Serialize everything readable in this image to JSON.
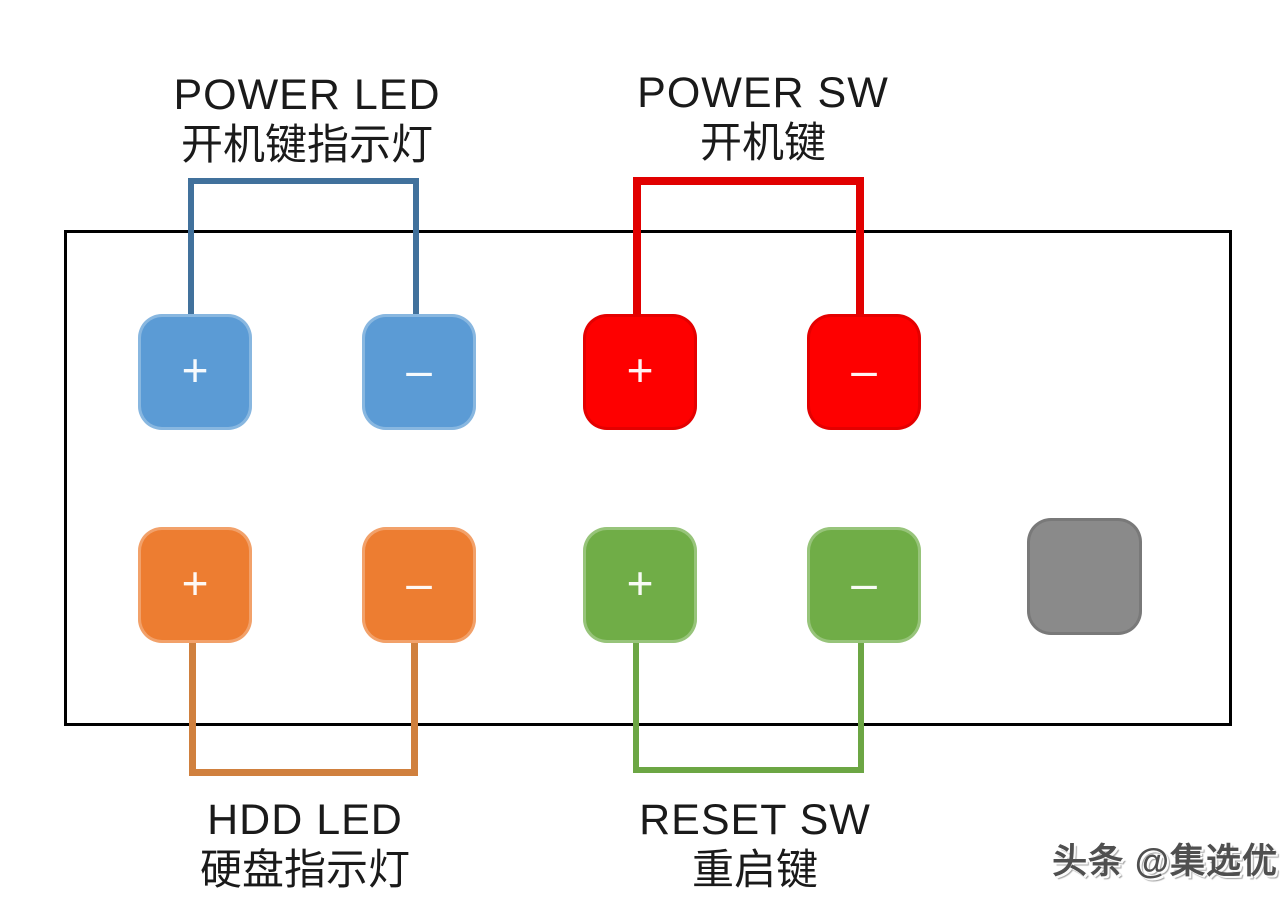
{
  "connectors": {
    "power_led": {
      "label_en": "POWER LED",
      "label_zh": "开机键指示灯",
      "pins": [
        "+",
        "–"
      ]
    },
    "power_sw": {
      "label_en": "POWER SW",
      "label_zh": "开机键",
      "pins": [
        "+",
        "–"
      ]
    },
    "hdd_led": {
      "label_en": "HDD LED",
      "label_zh": "硬盘指示灯",
      "pins": [
        "+",
        "–"
      ]
    },
    "reset_sw": {
      "label_en": "RESET SW",
      "label_zh": "重启键",
      "pins": [
        "+",
        "–"
      ]
    },
    "unused": {
      "pins": [
        ""
      ]
    }
  },
  "colors": {
    "power_led": "#5B9BD5",
    "power_led_line": "#41719C",
    "power_sw": "#FE0000",
    "power_sw_line": "#E10000",
    "hdd_led": "#ED7D31",
    "hdd_led_line": "#D0803E",
    "reset_sw": "#70AD47",
    "reset_sw_line": "#6CA644",
    "unused": "#8A8A8A",
    "board_outline": "#000000"
  },
  "watermark": {
    "text": "头条 @集选优"
  }
}
